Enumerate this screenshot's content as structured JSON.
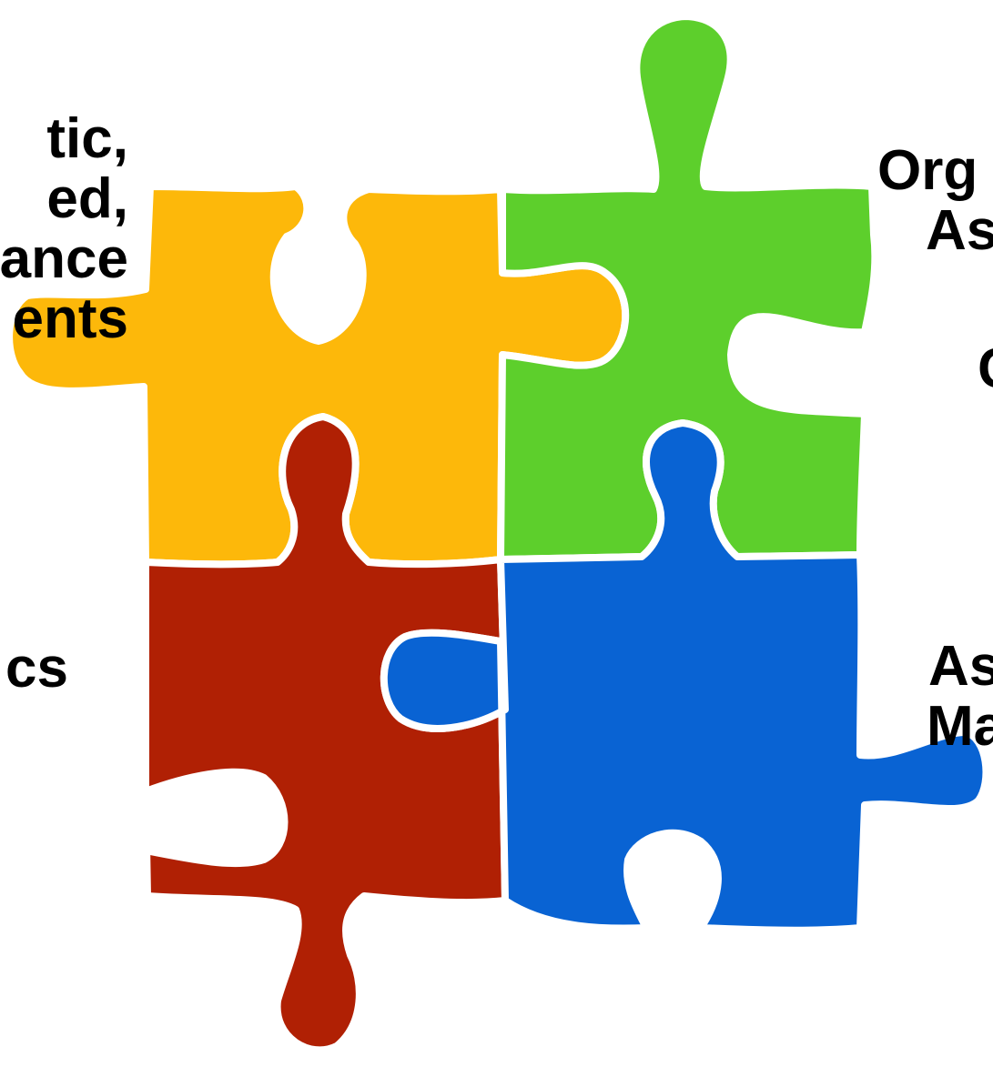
{
  "labels": {
    "left_top": [
      "tic,",
      "ed,",
      "ance",
      "ents"
    ],
    "left_bottom": "cs",
    "right_top": [
      "Org",
      "As",
      "C"
    ],
    "right_bottom": [
      "As",
      "Ma"
    ]
  },
  "pieces": [
    {
      "name": "yellow",
      "color": "#FDB80A"
    },
    {
      "name": "green",
      "color": "#5DCF2C"
    },
    {
      "name": "red",
      "color": "#B02004"
    },
    {
      "name": "blue",
      "color": "#0963D3"
    }
  ]
}
